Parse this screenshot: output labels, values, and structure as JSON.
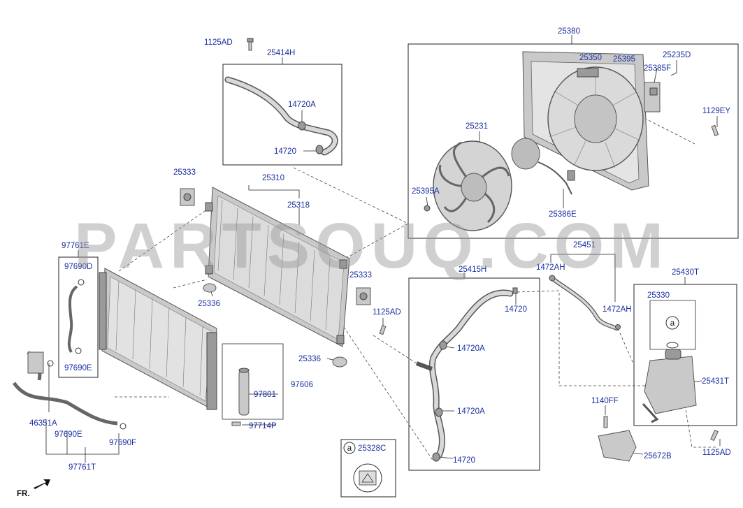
{
  "watermark": "PARTSOUQ.COM",
  "front_indicator": "FR.",
  "note_symbol": "a",
  "colors": {
    "part_label": "#1a2fa0",
    "line": "#222222",
    "watermark": "#969696"
  },
  "labels": {
    "p1125AD_top": "1125AD",
    "p25414H": "25414H",
    "p14720A_top": "14720A",
    "p14720_top": "14720",
    "p25380": "25380",
    "p25350": "25350",
    "p25395": "25395",
    "p25235D": "25235D",
    "p25385F": "25385F",
    "p1129EY": "1129EY",
    "p25231": "25231",
    "p25395A": "25395A",
    "p25386E": "25386E",
    "p25333_left": "25333",
    "p25310": "25310",
    "p25318": "25318",
    "p97761E": "97761E",
    "p97690D": "97690D",
    "p97690E_upper": "97690E",
    "p25336_left": "25336",
    "p25333_right": "25333",
    "p1125AD_mid": "1125AD",
    "p25336_right": "25336",
    "p97606": "97606",
    "p97801": "97801",
    "p97714P": "97714P",
    "p46351A": "46351A",
    "p97690E_lower": "97690E",
    "p97690F": "97690F",
    "p97761T": "97761T",
    "p25415H": "25415H",
    "p14720_mid": "14720",
    "p14720A_mid1": "14720A",
    "p14720A_mid2": "14720A",
    "p14720_bottom": "14720",
    "p25451": "25451",
    "p1472AH_left": "1472AH",
    "p1472AH_right": "1472AH",
    "p25430T": "25430T",
    "p25330": "25330",
    "p25431T": "25431T",
    "p1140FF": "1140FF",
    "p25672B": "25672B",
    "p1125AD_right": "1125AD",
    "p25328C": "25328C"
  }
}
